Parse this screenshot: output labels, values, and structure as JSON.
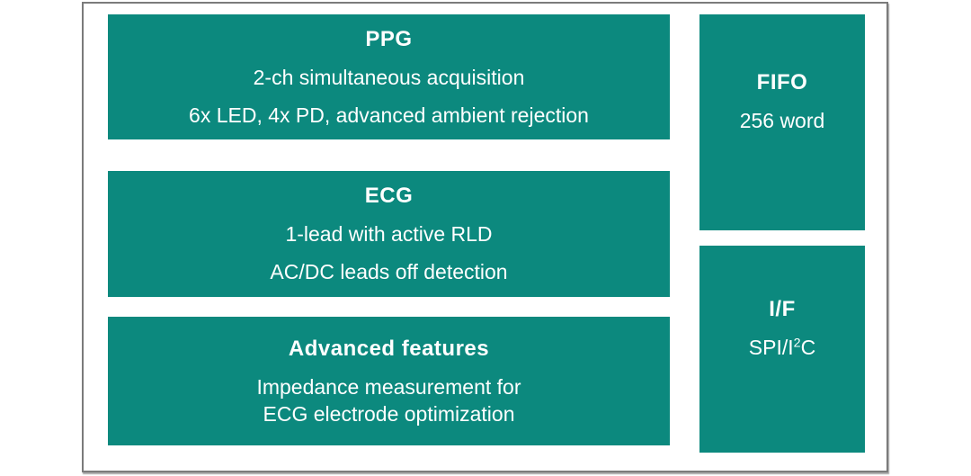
{
  "colors": {
    "block_fill": "#0c897e",
    "block_text": "#ffffff",
    "frame_border": "#7b7b7b",
    "page_background": "#ffffff"
  },
  "blocks": {
    "ppg": {
      "title": "PPG",
      "lines": [
        "2-ch simultaneous acquisition",
        "6x LED, 4x PD, advanced ambient rejection"
      ]
    },
    "ecg": {
      "title": "ECG",
      "lines": [
        "1-lead with active RLD",
        "AC/DC leads off detection"
      ]
    },
    "advanced": {
      "title": "Advanced features",
      "lines": [
        "Impedance measurement for",
        "ECG electrode optimization"
      ]
    },
    "fifo": {
      "title": "FIFO",
      "lines": [
        "256 word"
      ]
    },
    "interface": {
      "title": "I/F",
      "line_prefix": "SPI/I",
      "line_sup": "2",
      "line_suffix": "C"
    }
  }
}
